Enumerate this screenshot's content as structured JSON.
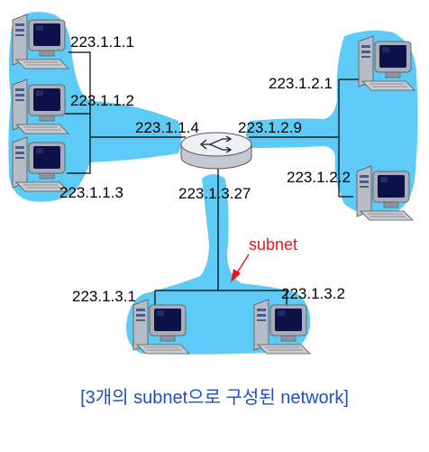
{
  "colors": {
    "subnet_fill": "#5ecbf6",
    "link": "#000000",
    "annotation": "#e8151a",
    "caption": "#1f4fbf"
  },
  "subnets": [
    {
      "hosts": [
        {
          "ip": "223.1.1.1",
          "icon": "computer-icon"
        },
        {
          "ip": "223.1.1.2",
          "icon": "computer-icon"
        },
        {
          "ip": "223.1.1.3",
          "icon": "computer-icon"
        }
      ]
    },
    {
      "hosts": [
        {
          "ip": "223.1.2.1",
          "icon": "computer-icon"
        },
        {
          "ip": "223.1.2.2",
          "icon": "computer-icon"
        }
      ]
    },
    {
      "hosts": [
        {
          "ip": "223.1.3.1",
          "icon": "computer-icon"
        },
        {
          "ip": "223.1.3.2",
          "icon": "computer-icon"
        }
      ]
    }
  ],
  "router": {
    "icon": "router-icon",
    "interfaces": [
      "223.1.1.4",
      "223.1.2.9",
      "223.1.3.27"
    ]
  },
  "annotation": "subnet",
  "caption": "[3개의 subnet으로 구성된 network]"
}
